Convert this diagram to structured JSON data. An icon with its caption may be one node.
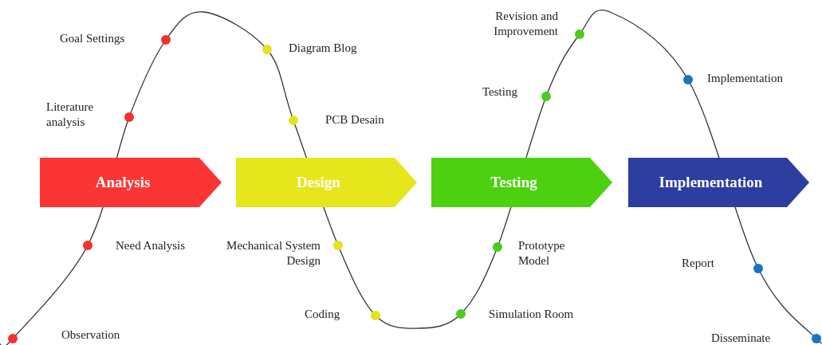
{
  "diagram": {
    "nodes": [
      {
        "text": [
          "Analysis"
        ]
      },
      {
        "text": [
          "Design"
        ]
      },
      {
        "text": [
          "Testing"
        ]
      },
      {
        "text": [
          "Implementation"
        ]
      },
      {
        "text": [],
        "shape": "circle",
        "beside": [
          "Observation"
        ]
      },
      {
        "text": [],
        "shape": "circle",
        "beside": [
          "Need Analysis"
        ]
      },
      {
        "text": [],
        "shape": "circle",
        "beside": [
          "Literature analysis"
        ]
      },
      {
        "text": [],
        "shape": "circle",
        "beside": [
          "Goal Settings"
        ]
      },
      {
        "text": [],
        "shape": "circle",
        "beside": [
          "Diagram Blog"
        ]
      },
      {
        "text": [],
        "shape": "circle",
        "beside": [
          "PCB Desain"
        ]
      },
      {
        "text": [],
        "shape": "circle",
        "beside": [
          "Mechanical System Design"
        ]
      },
      {
        "text": [],
        "shape": "circle",
        "beside": [
          "Coding"
        ]
      },
      {
        "text": [],
        "shape": "circle",
        "beside": [
          "Simulation Room"
        ]
      },
      {
        "text": [],
        "shape": "circle",
        "beside": [
          "Prototype Model"
        ]
      },
      {
        "text": [],
        "shape": "circle",
        "beside": [
          "Testing"
        ]
      },
      {
        "text": [],
        "shape": "circle",
        "beside": [
          "Revision and Improvement"
        ]
      },
      {
        "text": [],
        "shape": "circle",
        "beside": [
          "Implementation"
        ]
      },
      {
        "text": [],
        "shape": "circle",
        "beside": [
          "Report"
        ]
      },
      {
        "text": [],
        "shape": "circle",
        "beside": [
          "Disseminate"
        ]
      }
    ]
  }
}
